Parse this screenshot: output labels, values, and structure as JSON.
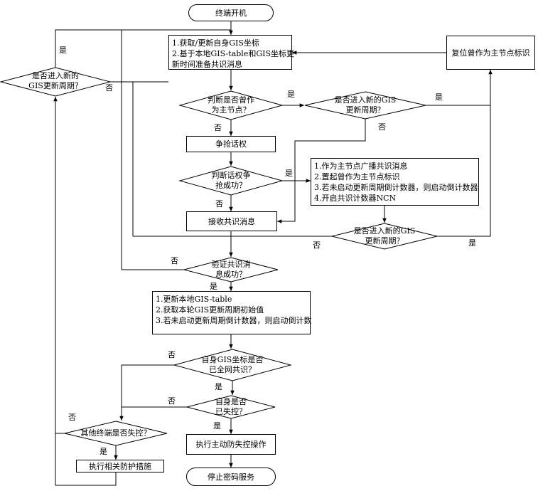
{
  "labels": {
    "yes": "是",
    "no": "否"
  },
  "terminals": {
    "start": "终端开机",
    "end": "停止密码服务"
  },
  "processes": {
    "update_gis": [
      "1.获取/更新自身GIS坐标",
      "2.基于本地GIS-table和GIS坐标更",
      "新时间准备共识消息"
    ],
    "reset_flag": "复位曾作为主节点标识",
    "contend": "争抢话权",
    "broadcast": [
      "1.作为主节点广播共识消息",
      "2.置起曾作为主节点标识",
      "3.若未启动更新周期倒计数器，则启动倒计数器",
      "4.开启共识计数器NCN"
    ],
    "receive": "接收共识消息",
    "update_table": [
      "1.更新本地GIS-table",
      "2.获取本轮GIS更新周期初始值",
      "3.若未启动更新周期倒计数器，则启动倒计数"
    ],
    "anti_lost": "执行主动防失控操作",
    "protect": "执行相关防护措施"
  },
  "decisions": {
    "left_new_period": [
      "是否进入新的",
      "GIS更新周期？"
    ],
    "was_master": [
      "判断是否曾作",
      "为主节点？"
    ],
    "mid_new_period": [
      "是否进入新的GIS",
      "更新周期？"
    ],
    "contend_success": [
      "判断话权争",
      "抢成功？"
    ],
    "lower_new_period": [
      "是否进入新的GIS",
      "更新周期？"
    ],
    "verify": [
      "验证共识消",
      "息成功？"
    ],
    "gis_consensus": [
      "自身GIS坐标是否",
      "已全网共识？"
    ],
    "self_lost": [
      "自身是否",
      "已失控？"
    ],
    "other_lost": "其他终端是否失控？"
  }
}
